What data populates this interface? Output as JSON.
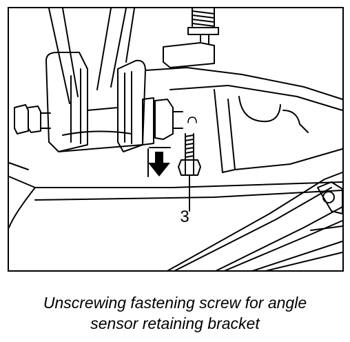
{
  "figure": {
    "callout_label": "3"
  },
  "caption": {
    "line1": "Unscrewing fastening screw for angle",
    "line2": "sensor retaining bracket"
  }
}
